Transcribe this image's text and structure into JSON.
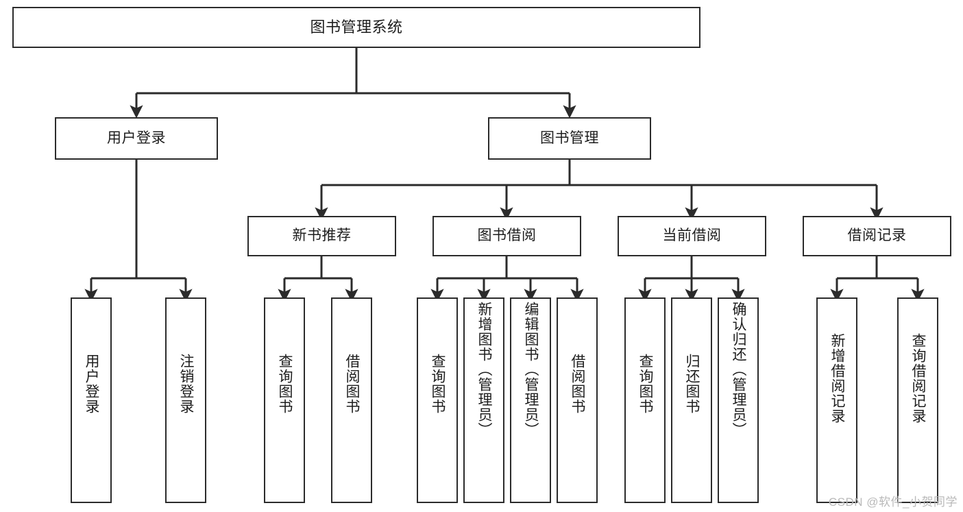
{
  "diagram": {
    "title": "图书管理系统",
    "type": "tree",
    "watermark": "CSDN @软件_小贺同学",
    "colors": {
      "box_border": "#2b2b2b",
      "box_fill": "#ffffff",
      "connector": "#2b2b2b",
      "text": "#1d1d1d",
      "watermark": "#b9b9b9",
      "background": "#ffffff"
    }
  },
  "nodes": {
    "root": {
      "label": "图书管理系统"
    },
    "level2": [
      {
        "id": "user-login",
        "label": "用户登录"
      },
      {
        "id": "book-manage",
        "label": "图书管理"
      }
    ],
    "level3": [
      {
        "id": "new-book-recommend",
        "label": "新书推荐"
      },
      {
        "id": "book-borrow",
        "label": "图书借阅"
      },
      {
        "id": "current-borrow",
        "label": "当前借阅"
      },
      {
        "id": "borrow-record",
        "label": "借阅记录"
      }
    ],
    "leaves": {
      "user_login": [
        {
          "id": "leaf-user-login",
          "label": "用户登录"
        },
        {
          "id": "leaf-logout-login",
          "label": "注销登录"
        }
      ],
      "new_book_recommend": [
        {
          "id": "leaf-query-book-1",
          "label": "查询图书"
        },
        {
          "id": "leaf-borrow-book-1",
          "label": "借阅图书"
        }
      ],
      "book_borrow": [
        {
          "id": "leaf-query-book-2",
          "label": "查询图书"
        },
        {
          "id": "leaf-add-book-admin",
          "label": "新增图书（管理员）"
        },
        {
          "id": "leaf-edit-book-admin",
          "label": "编辑图书（管理员）"
        },
        {
          "id": "leaf-borrow-book-2",
          "label": "借阅图书"
        }
      ],
      "current_borrow": [
        {
          "id": "leaf-query-book-3",
          "label": "查询图书"
        },
        {
          "id": "leaf-return-book",
          "label": "归还图书"
        },
        {
          "id": "leaf-confirm-return-admin",
          "label": "确认归还（管理员）"
        }
      ],
      "borrow_record": [
        {
          "id": "leaf-add-borrow-record",
          "label": "新增借阅记录"
        },
        {
          "id": "leaf-query-borrow-record",
          "label": "查询借阅记录"
        }
      ]
    }
  }
}
